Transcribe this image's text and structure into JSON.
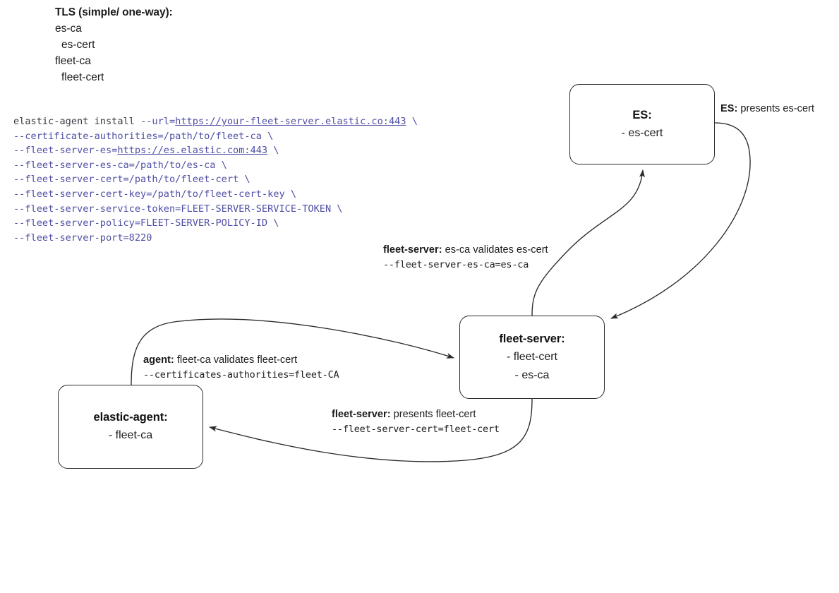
{
  "legend": {
    "title": "TLS (simple/ one-way):",
    "lines": [
      {
        "text": "es-ca",
        "indent": false
      },
      {
        "text": "es-cert",
        "indent": true
      },
      {
        "text": "fleet-ca",
        "indent": false
      },
      {
        "text": "fleet-cert",
        "indent": true
      }
    ]
  },
  "code": {
    "line1_cmd": "elastic-agent install ",
    "line1_flag": "--url=",
    "line1_url": "https://your-fleet-server.elastic.co:443",
    "line1_tail": " \\",
    "line2": "--certificate-authorities=/path/to/fleet-ca \\",
    "line3_flag": "--fleet-server-es=",
    "line3_url": "https://es.elastic.com:443",
    "line3_tail": " \\",
    "line4": "--fleet-server-es-ca=/path/to/es-ca \\",
    "line5": "--fleet-server-cert=/path/to/fleet-cert \\",
    "line6": "--fleet-server-cert-key=/path/to/fleet-cert-key \\",
    "line7": "--fleet-server-service-token=FLEET-SERVER-SERVICE-TOKEN \\",
    "line8": "--fleet-server-policy=FLEET-SERVER-POLICY-ID \\",
    "line9": "--fleet-server-port=8220",
    "color": "#4f4fa5",
    "command_color": "#3b3b44"
  },
  "nodes": {
    "es": {
      "title": "ES:",
      "lines": [
        "- es-cert"
      ]
    },
    "fleet_server": {
      "title": "fleet-server:",
      "lines": [
        "- fleet-cert",
        "- es-ca"
      ]
    },
    "elastic_agent": {
      "title": "elastic-agent:",
      "lines": [
        "- fleet-ca"
      ]
    }
  },
  "edges": {
    "es_presents": {
      "actor": "ES:",
      "text": " presents es-cert"
    },
    "fleet_validates": {
      "actor": "fleet-server:",
      "text": " es-ca validates es-cert",
      "flag": "--fleet-server-es-ca=es-ca"
    },
    "agent_validates": {
      "actor": "agent:",
      "text": " fleet-ca validates fleet-cert",
      "flag": "--certificates-authorities=fleet-CA"
    },
    "fleet_presents": {
      "actor": "fleet-server:",
      "text": " presents fleet-cert",
      "flag": "--fleet-server-cert=fleet-cert"
    }
  },
  "colors": {
    "stroke": "#2b2b2b",
    "background": "#ffffff",
    "text": "#1b1b1b",
    "code": "#4f4fa5"
  }
}
